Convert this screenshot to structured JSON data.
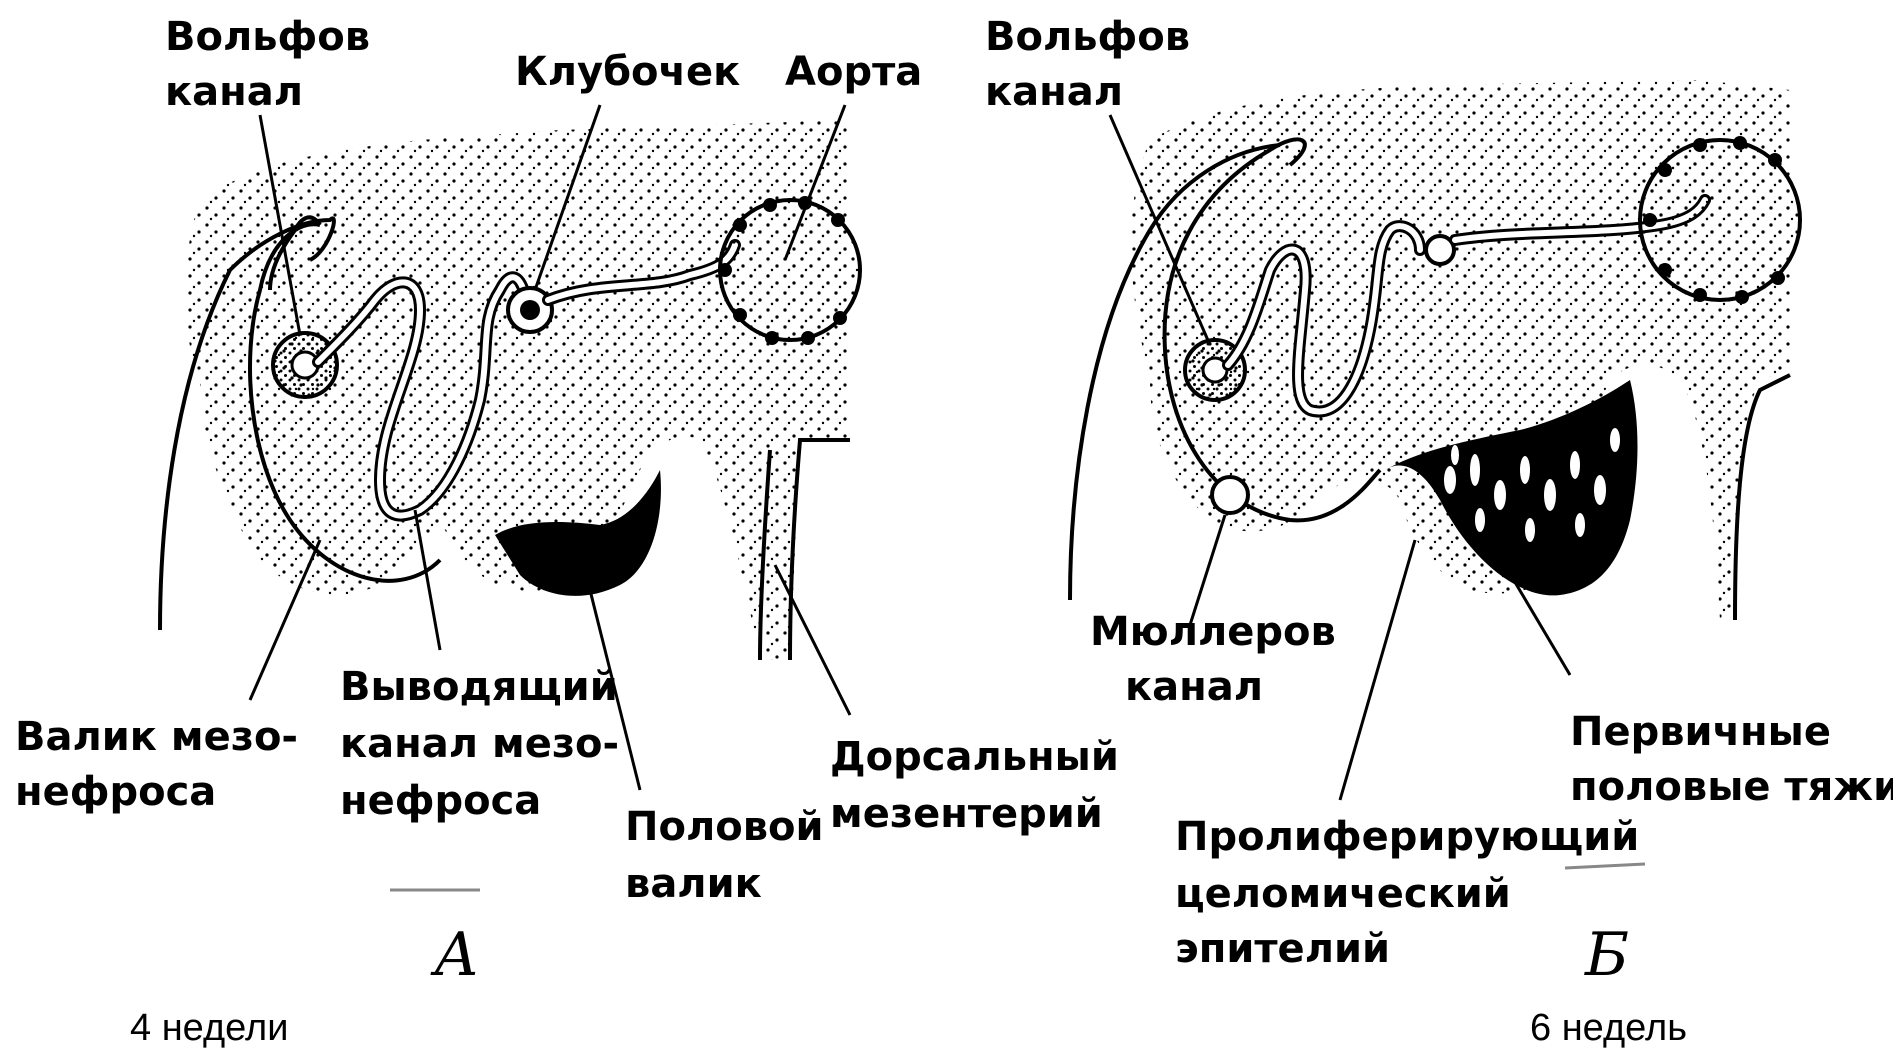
{
  "panel_a": {
    "labels": {
      "wolff_duct": [
        "Вольфов",
        "канал"
      ],
      "glomerulus": [
        "Клубочек"
      ],
      "aorta": [
        "Аорта"
      ],
      "mesonephric_ridge": [
        "Валик мезо-",
        "нефроса"
      ],
      "efferent_duct": [
        "Выводящий",
        "канал мезо-",
        "нефроса"
      ],
      "genital_ridge": [
        "Половой",
        "валик"
      ],
      "dorsal_mesentery": [
        "Дорсальный",
        "мезентерий"
      ]
    },
    "panel_letter": "A",
    "caption": "4 недели"
  },
  "panel_b": {
    "labels": {
      "wolff_duct": [
        "Вольфов",
        "канал"
      ],
      "muller_duct": [
        "Мюллеров",
        "канал"
      ],
      "primary_sex_cords": [
        "Первичные",
        "половые тяжи"
      ],
      "coelomic_epithelium": [
        "Пролиферирующий",
        "целомический",
        "эпителий"
      ]
    },
    "panel_letter": "Б",
    "caption": "6 недель"
  },
  "colors": {
    "ink": "#000000",
    "paper": "#ffffff"
  }
}
